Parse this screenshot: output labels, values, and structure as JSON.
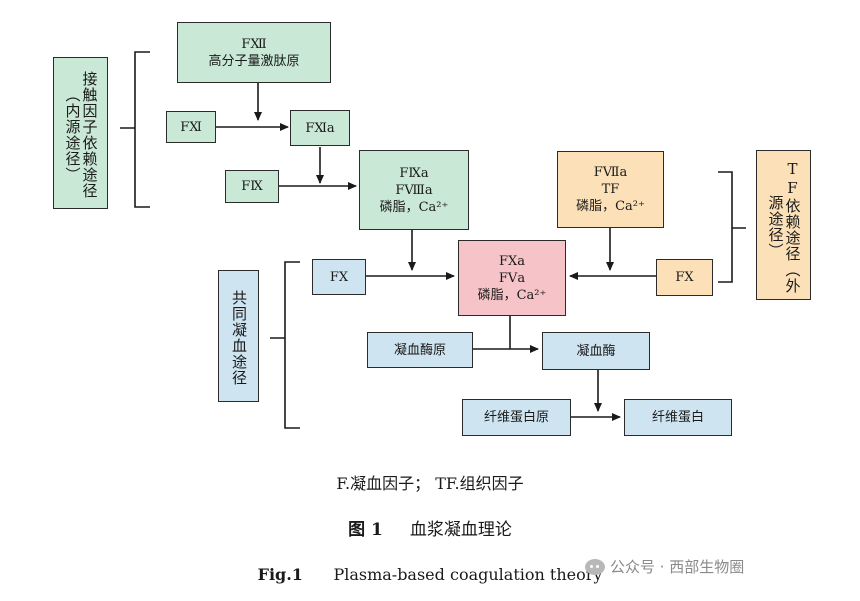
{
  "diagram": {
    "nodes": {
      "f12": {
        "lines": [
          "FⅫ",
          "高分子量激肽原"
        ]
      },
      "f11": {
        "lines": [
          "FⅪ"
        ]
      },
      "f11a": {
        "lines": [
          "FⅪa"
        ]
      },
      "f9": {
        "lines": [
          "FⅨ"
        ]
      },
      "f9a": {
        "lines": [
          "FⅨa",
          "FⅧa",
          "磷脂，Ca²⁺"
        ]
      },
      "f7a": {
        "lines": [
          "FⅦa",
          "TF",
          "磷脂，Ca²⁺"
        ]
      },
      "f10a": {
        "lines": [
          "FⅩa",
          "FⅤa",
          "磷脂，Ca²⁺"
        ]
      },
      "f10_left": {
        "lines": [
          "FⅩ"
        ]
      },
      "f10_right": {
        "lines": [
          "FⅩ"
        ]
      },
      "prothrombin": {
        "lines": [
          "凝血酶原"
        ]
      },
      "thrombin": {
        "lines": [
          "凝血酶"
        ]
      },
      "fibrinogen": {
        "lines": [
          "纤维蛋白原"
        ]
      },
      "fibrin": {
        "lines": [
          "纤维蛋白"
        ]
      }
    },
    "pathways": {
      "intrinsic": "接触因子依赖途径（内源途径）",
      "extrinsic": "TF依赖途径（外源途径）",
      "common": "共同凝血途径"
    }
  },
  "captions": {
    "note": "F.凝血因子；  TF.组织因子",
    "fig_cn_label": "图 1",
    "fig_cn_title": "血浆凝血理论",
    "fig_en_label": "Fig.1",
    "fig_en_title": "Plasma-based coagulation theory"
  },
  "watermark": {
    "badge_text": "公众号 · 西部生物圈"
  },
  "colors": {
    "green": "#c9e8d5",
    "blue": "#cfe4f1",
    "peach": "#fbe0b8",
    "pink": "#f6c4c8"
  }
}
